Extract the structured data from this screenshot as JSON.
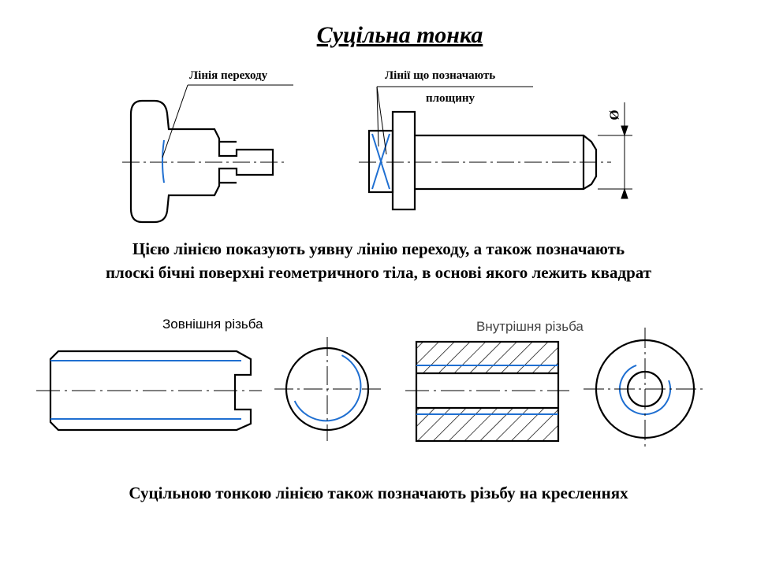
{
  "title": "Суцільна тонка",
  "figure_top": {
    "label_transition": "Лінія переходу",
    "label_planes_line1": "Лінії що позначають",
    "label_planes_line2": "площину",
    "diameter_symbol": "Ø"
  },
  "caption_1": {
    "line1": "Цією лінією показують уявну лінію переходу, а також позначають",
    "line2": "плоскі бічні поверхні геометричного тіла, в основі якого лежить квадрат"
  },
  "figure_bottom": {
    "label_external_thread": "Зовнішня різьба",
    "label_internal_thread": "Внутрішня різьба"
  },
  "caption_2": "Суцільною тонкою лінією також позначають різьбу на кресленнях",
  "colors": {
    "accent_thin_line": "#1f6fd1",
    "outline": "#000000"
  }
}
